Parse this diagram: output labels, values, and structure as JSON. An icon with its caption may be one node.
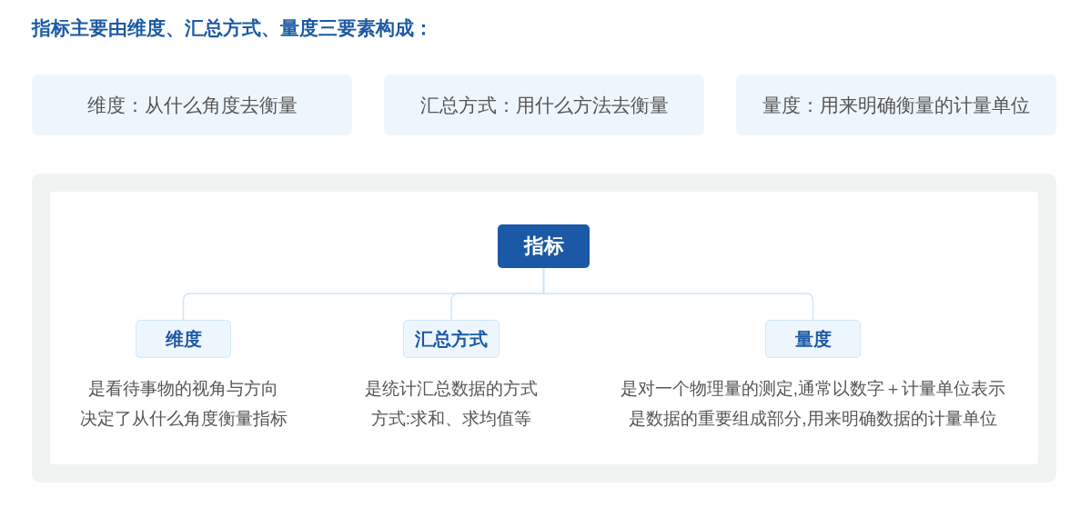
{
  "diagram": {
    "title": "指标主要由维度、汇总方式、量度三要素构成：",
    "nodes": [
      {
        "text": [
          "维度：从什么角度去衡量"
        ]
      },
      {
        "text": [
          "汇总方式：用什么方法去衡量"
        ]
      },
      {
        "text": [
          "量度：用来明确衡量的计量单位"
        ]
      },
      {
        "text": [
          "指标"
        ]
      },
      {
        "text": [
          "维度"
        ],
        "beside": [
          "是看待事物的视角与方向",
          "决定了从什么角度衡量指标"
        ]
      },
      {
        "text": [
          "汇总方式"
        ],
        "beside": [
          "是统计汇总数据的方式",
          "方式:求和、求均值等"
        ]
      },
      {
        "text": [
          "量度"
        ],
        "beside": [
          "是对一个物理量的测定,通常以数字＋计量单位表示",
          "是数据的重要组成部分,用来明确数据的计量单位"
        ]
      }
    ],
    "edges": [
      {
        "from": 3,
        "to": 4,
        "arrow": "none"
      },
      {
        "from": 3,
        "to": 5,
        "arrow": "none"
      },
      {
        "from": 3,
        "to": 6,
        "arrow": "none"
      }
    ]
  }
}
